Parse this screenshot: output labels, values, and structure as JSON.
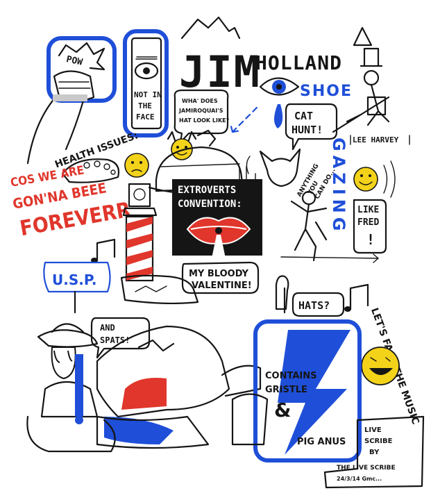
{
  "colors": {
    "ink": "#151515",
    "accent_blue": "#1f4fd8",
    "accent_red": "#e0362c",
    "smiley_yellow": "#f3d21a",
    "paper": "#ffffff"
  },
  "title": {
    "line1": "JIM",
    "line2": "HOLLAND"
  },
  "labels": {
    "pow": "POW",
    "not_in_the_face": [
      "NOT IN",
      "THE",
      "FACE"
    ],
    "shoe": "SHOE",
    "gazing": "GAZING",
    "jamiroquai_question": [
      "WHA' DOES",
      "JAMIROQUAI'S",
      "HAT LOOK LIKE?"
    ],
    "cat_hunt": [
      "CAT",
      "HUNT!"
    ],
    "lee_harvey": "LEE HARVEY",
    "health_issues": "HEALTH ISSUES:",
    "anything_you_can_do": [
      "ANYTHING",
      "YOU",
      "CAN DO..."
    ],
    "like_fred": [
      "LIKE",
      "FRED",
      "!"
    ],
    "cos_we_are": [
      "COS WE ARE",
      "GON'NA BEEE",
      "FOREVERR"
    ],
    "extroverts_convention": [
      "EXTROVERTS",
      "CONVENTION:"
    ],
    "my_bloody_valentine": [
      "MY BLOODY",
      "VALENTINE!"
    ],
    "usp": "U.S.P.",
    "hats": "HATS?",
    "and_spats": [
      "AND",
      "SPATS!"
    ],
    "lets_face_the_music": "LET'S FACE THE MUSIC",
    "contains": [
      "CONTAINS",
      "GRISTLE",
      "&",
      "PIG ANUS"
    ],
    "signature": [
      "LIVE",
      "SCRIBE",
      "BY",
      "THE LIVE SCRIBE",
      "24/3/14 Gmc..."
    ]
  }
}
